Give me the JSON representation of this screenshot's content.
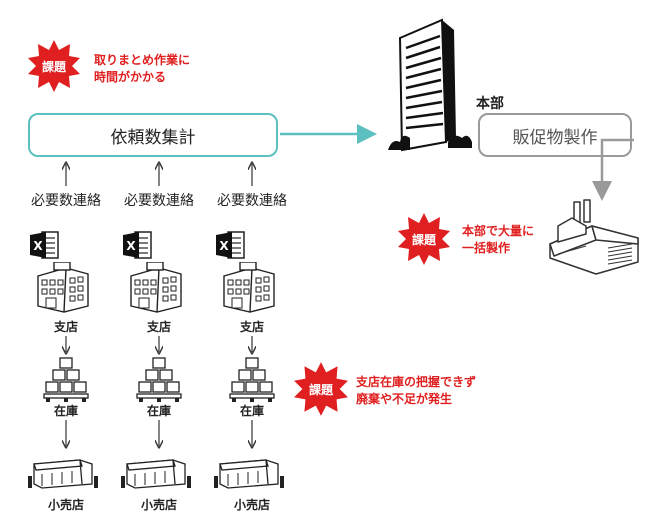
{
  "colors": {
    "accent_red": "#e02020",
    "teal": "#5cc0c0",
    "gray": "#9a9a9a"
  },
  "badges": {
    "issue_label": "課題"
  },
  "notes": {
    "top_line1": "取りまとめ作業に",
    "top_line2": "時間がかかる",
    "right_line1": "本部で大量に",
    "right_line2": "一括製作",
    "mid_line1": "支店在庫の把握できず",
    "mid_line2": "廃棄や不足が発生"
  },
  "boxes": {
    "aggregate": "依頼数集計",
    "hq": "本部",
    "promo": "販促物製作"
  },
  "branches": [
    {
      "request": "必要数連絡",
      "branch": "支店",
      "stock": "在庫",
      "retail": "小売店"
    },
    {
      "request": "必要数連絡",
      "branch": "支店",
      "stock": "在庫",
      "retail": "小売店"
    },
    {
      "request": "必要数連絡",
      "branch": "支店",
      "stock": "在庫",
      "retail": "小売店"
    }
  ],
  "icons": [
    "excel-icon",
    "branch-building-icon",
    "stock-boxes-icon",
    "retail-store-icon",
    "hq-tower-icon",
    "factory-icon",
    "starburst-badge-icon"
  ]
}
